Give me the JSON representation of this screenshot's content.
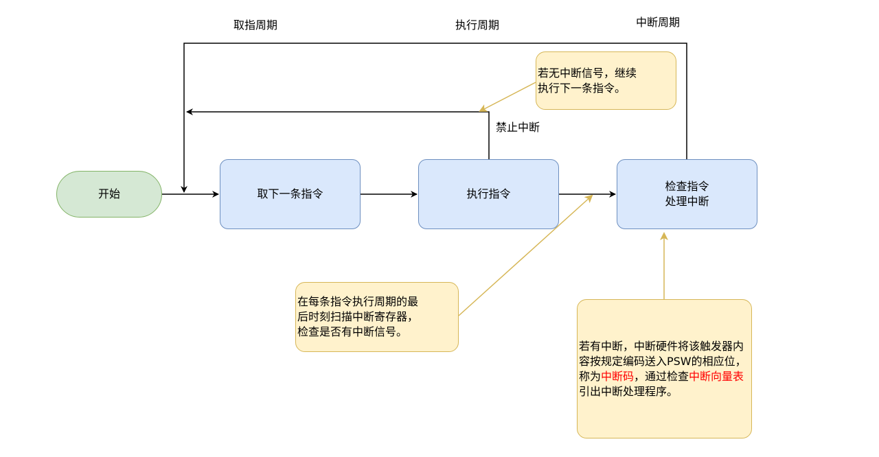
{
  "phase_labels": {
    "fetch_cycle": "取指周期",
    "execute_cycle": "执行周期",
    "interrupt_cycle": "中断周期"
  },
  "nodes": {
    "start": "开始",
    "fetch_next": "取下一条指令",
    "execute": "执行指令",
    "check_line1": "检查指令",
    "check_line2": "处理中断"
  },
  "edge_labels": {
    "disable_interrupt": "禁止中断"
  },
  "notes": {
    "no_interrupt": {
      "line1": "若无中断信号，继续",
      "line2": "执行下一条指令。"
    },
    "scan": {
      "line1": "在每条指令执行周期的最",
      "line2": "后时刻扫描中断寄存器，",
      "line3": "检查是否有中断信号。"
    },
    "has_interrupt": {
      "part1": "若有中断，中断硬件将该触发器内容按规定编码送入PSW的相应位，称为",
      "highlight1": "中断码",
      "part2": "，通过检查",
      "highlight2": "中断向量表",
      "part3": "引出中断处理程序。"
    }
  },
  "colors": {
    "process_fill": "#dae8fc",
    "process_stroke": "#6c8ebf",
    "start_fill": "#d5e8d4",
    "start_stroke": "#82b366",
    "note_fill": "#fff2cc",
    "note_stroke": "#d6b656",
    "highlight_text": "#ff0000"
  }
}
